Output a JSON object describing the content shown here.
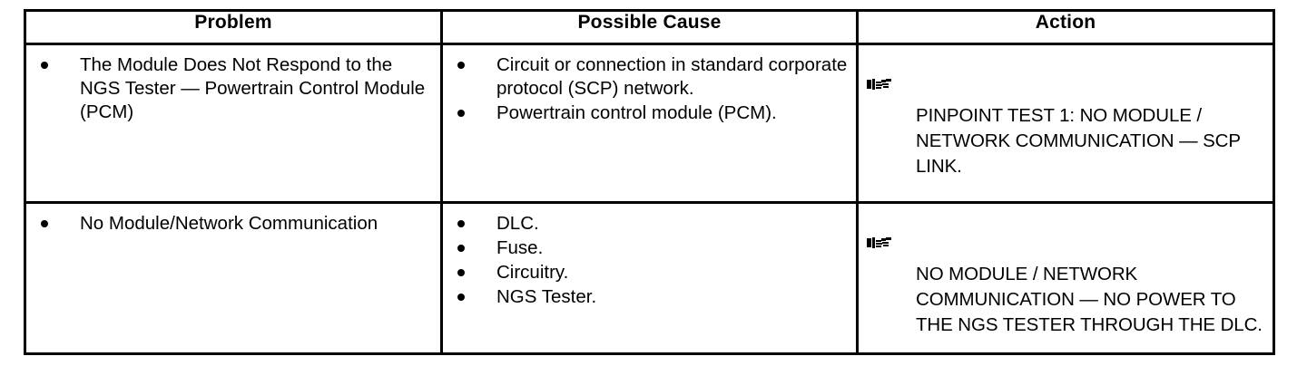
{
  "table": {
    "headers": [
      {
        "label": "Problem"
      },
      {
        "label": "Possible Cause"
      },
      {
        "label": "Action"
      }
    ],
    "rows": [
      {
        "problem": [
          "The Module Does Not Respond to the NGS Tester — Powertrain Control Module (PCM)"
        ],
        "possible_cause": [
          "Circuit or connection in standard corporate protocol (SCP) network.",
          "Powertrain control module (PCM)."
        ],
        "action": {
          "icon": "pointing-hand-icon",
          "text": "PINPOINT TEST 1: NO MODULE / NETWORK COMMUNICATION — SCP LINK."
        }
      },
      {
        "problem": [
          "No Module/Network Communication"
        ],
        "possible_cause": [
          "DLC.",
          "Fuse.",
          "Circuitry.",
          "NGS Tester."
        ],
        "action": {
          "icon": "pointing-hand-icon",
          "text": "NO MODULE / NETWORK COMMUNICATION — NO POWER TO THE NGS TESTER THROUGH THE DLC."
        }
      }
    ]
  },
  "colors": {
    "border": "#000000",
    "text": "#000000",
    "background": "#ffffff"
  }
}
